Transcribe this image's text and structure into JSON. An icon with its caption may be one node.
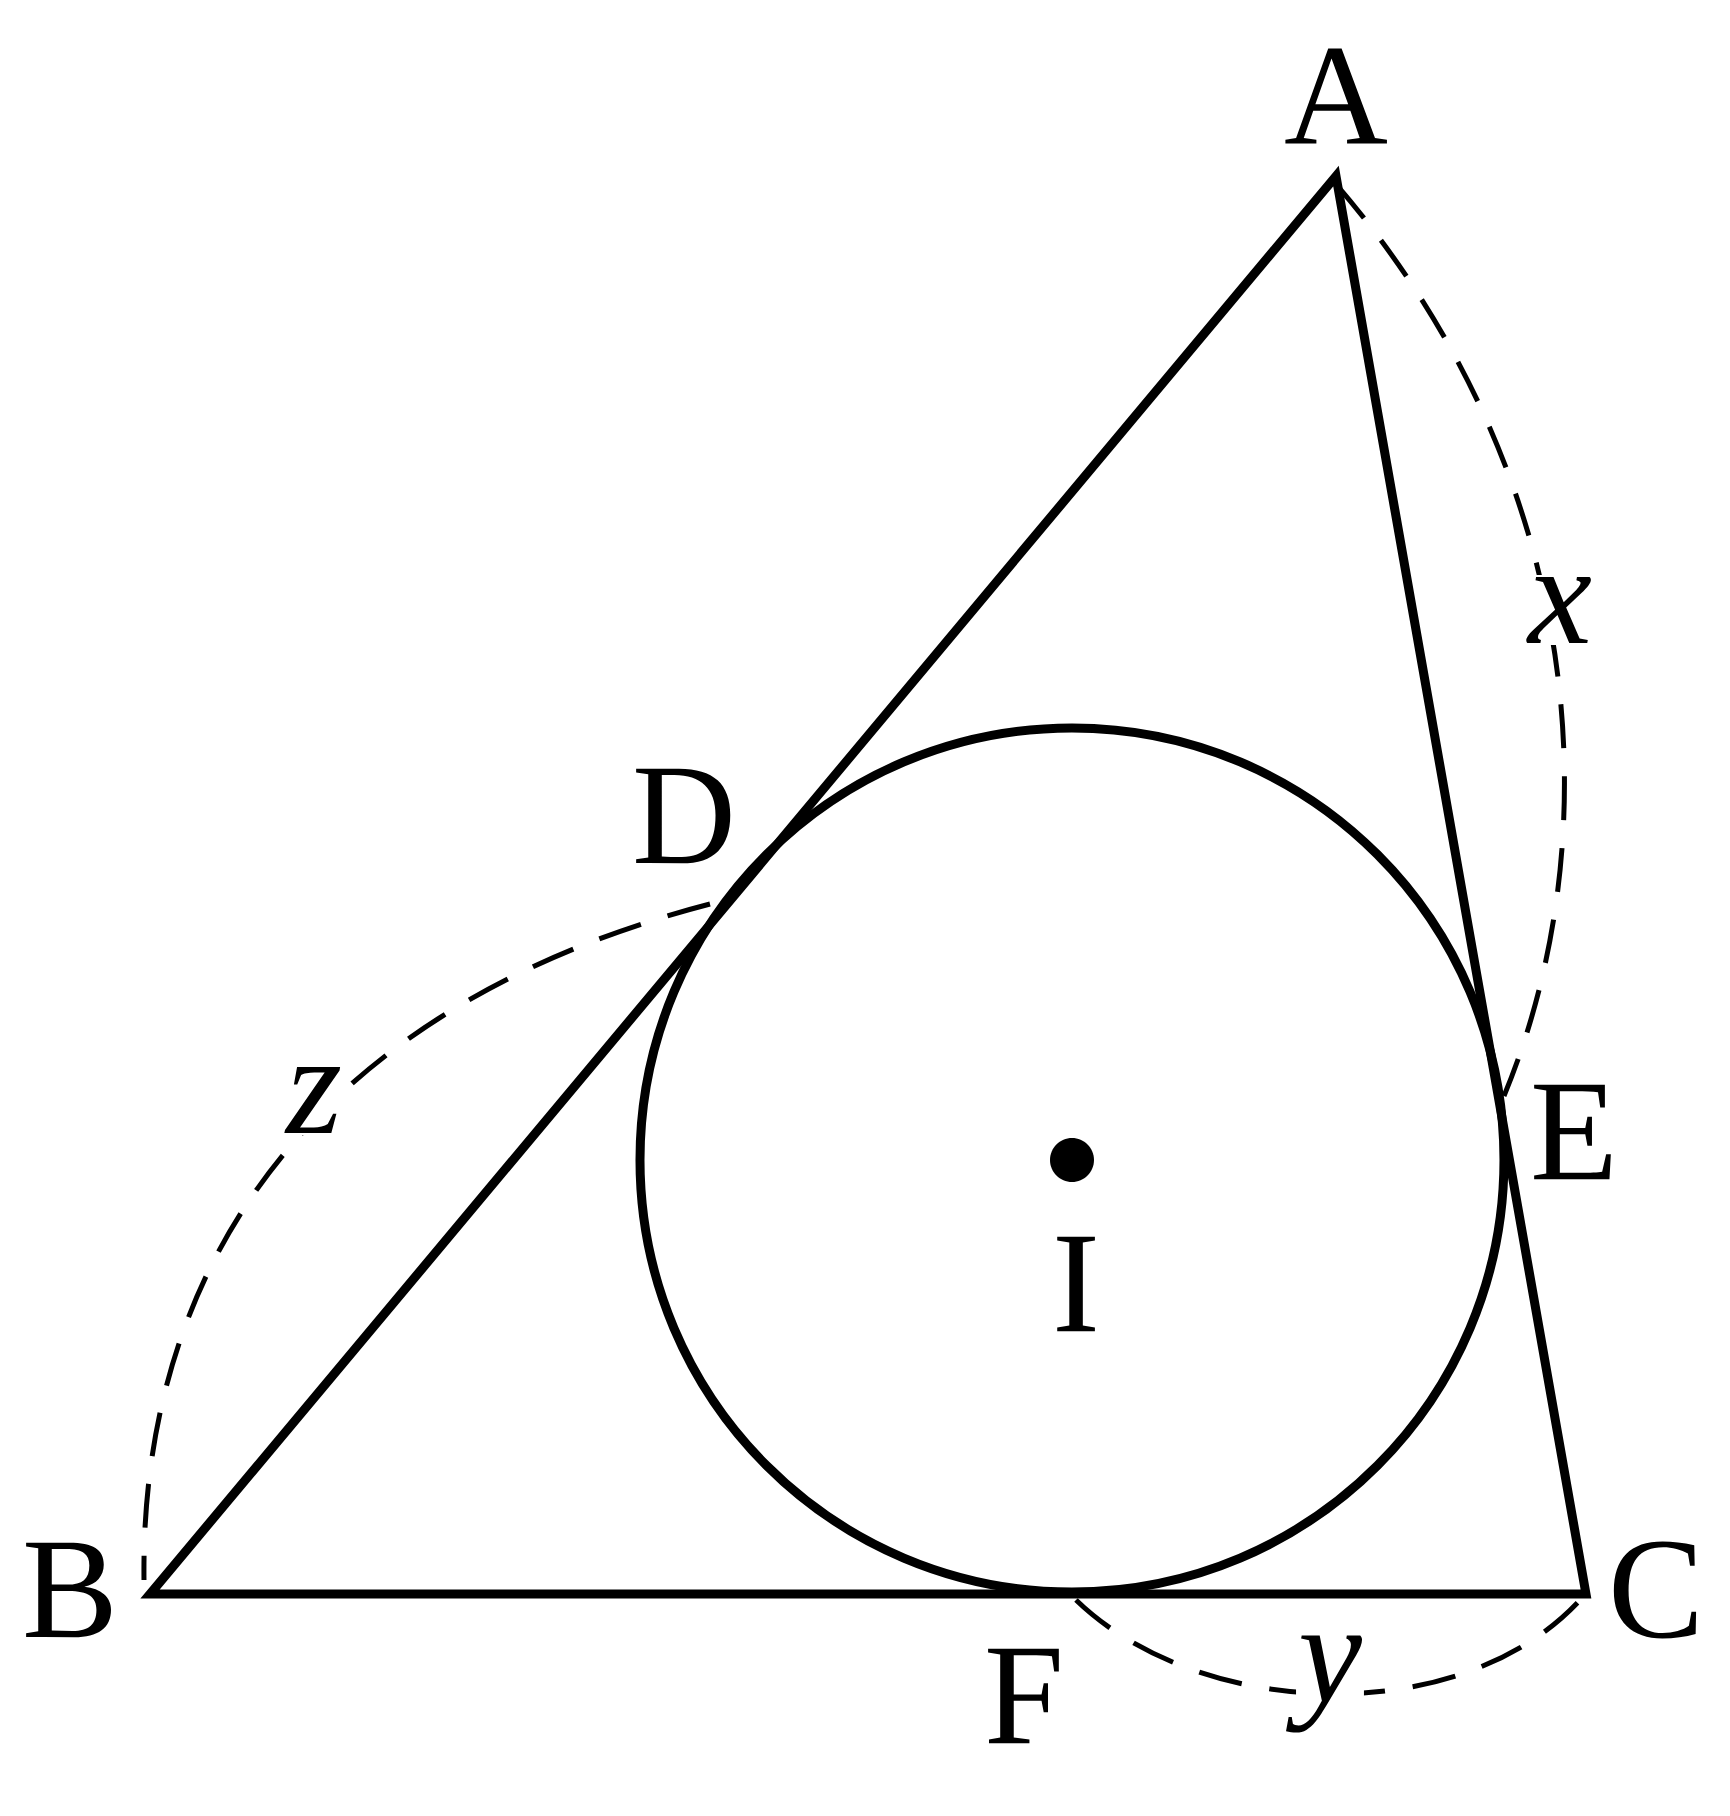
{
  "diagram": {
    "labels": [
      "A",
      "D",
      "x",
      "z",
      "E",
      "I",
      "B",
      "C",
      "F",
      "y"
    ]
  }
}
